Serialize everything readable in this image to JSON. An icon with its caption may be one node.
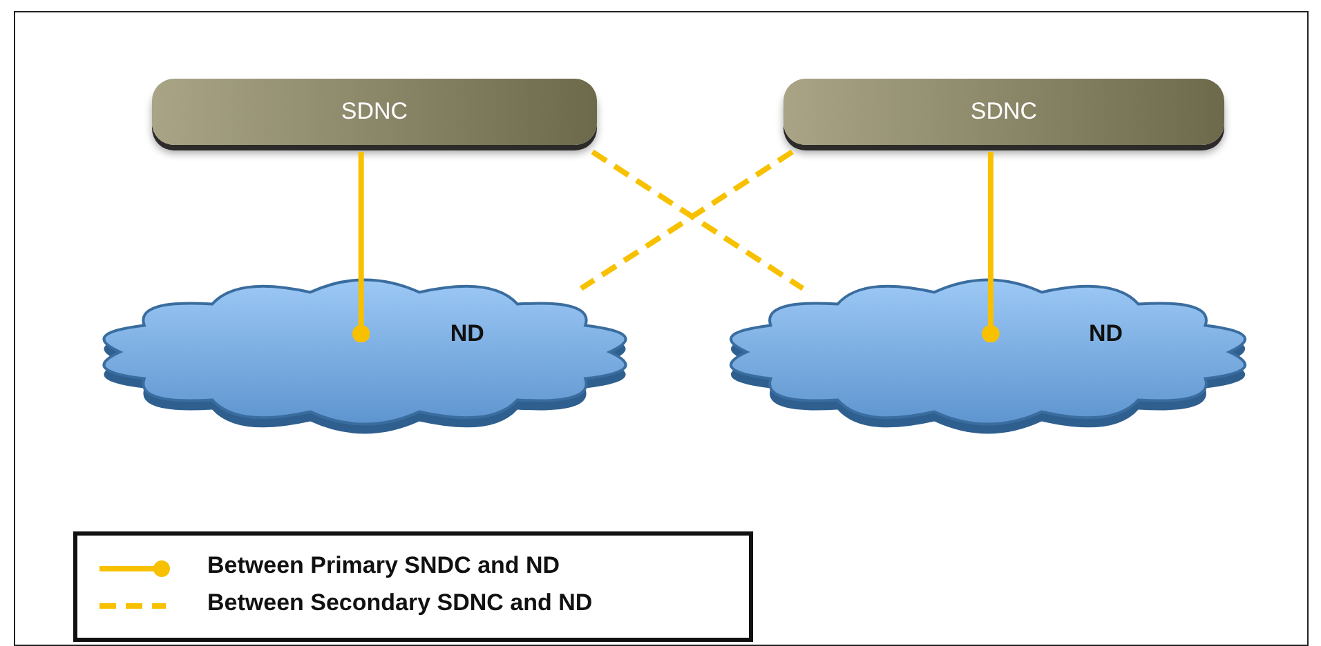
{
  "diagram": {
    "nodes": [
      {
        "text": [
          "SDNC"
        ]
      },
      {
        "text": [
          "SDNC"
        ]
      },
      {
        "text": [
          "ND"
        ]
      },
      {
        "text": [
          "ND"
        ]
      }
    ],
    "edges": [
      {
        "from": 0,
        "to": 2,
        "arrow": "other"
      },
      {
        "from": 1,
        "to": 3,
        "arrow": "other"
      },
      {
        "from": 0,
        "to": 3,
        "arrow": "none",
        "style": "dashed"
      },
      {
        "from": 1,
        "to": 2,
        "arrow": "none",
        "style": "dashed"
      }
    ],
    "legend": [
      {
        "text": "Between Primary SNDC and ND"
      },
      {
        "text": "Between Secondary SDNC and ND"
      }
    ]
  }
}
